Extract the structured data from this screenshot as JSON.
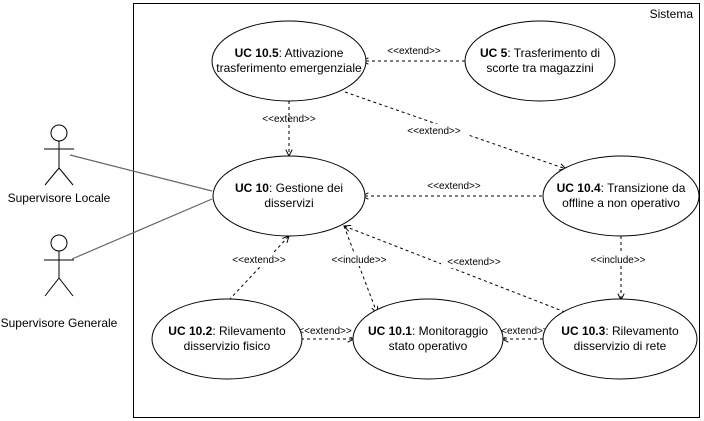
{
  "system": {
    "title": "Sistema"
  },
  "actors": {
    "local": {
      "name": "Supervisore Locale"
    },
    "general": {
      "name": "Supervisore Generale"
    }
  },
  "use_cases": {
    "uc10_5": {
      "code": "UC 10.5",
      "line1_rest": ": Attivazione",
      "line2": "trasferimento emergenziale"
    },
    "uc5": {
      "code": "UC 5",
      "line1_rest": ": Trasferimento di",
      "line2": "scorte tra magazzini"
    },
    "uc10": {
      "code": "UC 10",
      "line1_rest": ": Gestione dei",
      "line2": "disservizi"
    },
    "uc10_4": {
      "code": "UC 10.4",
      "line1_rest": ": Transizione da",
      "line2": "offline a non operativo"
    },
    "uc10_2": {
      "code": "UC 10.2",
      "line1_rest": ": Rilevamento",
      "line2": "disservizio fisico"
    },
    "uc10_1": {
      "code": "UC 10.1",
      "line1_rest": ": Monitoraggio",
      "line2": "stato operativo"
    },
    "uc10_3": {
      "code": "UC 10.3",
      "line1_rest": ": Rilevamento",
      "line2": "disservizio di rete"
    }
  },
  "relations": {
    "uc5_to_uc10_5": "<<extend>>",
    "uc10_5_to_uc10": "<<extend>>",
    "uc10_5_to_uc10_4": "<<extend>>",
    "uc10_4_to_uc10": "<<extend>>",
    "uc10_4_to_uc10_3": "<<include>>",
    "uc10_2_to_uc10": "<<extend>>",
    "uc10_to_uc10_1": "<<include>>",
    "uc10_3_to_uc10": "<<extend>>",
    "uc10_2_to_uc10_1": "<<extend>>",
    "uc10_3_to_uc10_1": "<<extend>>"
  }
}
